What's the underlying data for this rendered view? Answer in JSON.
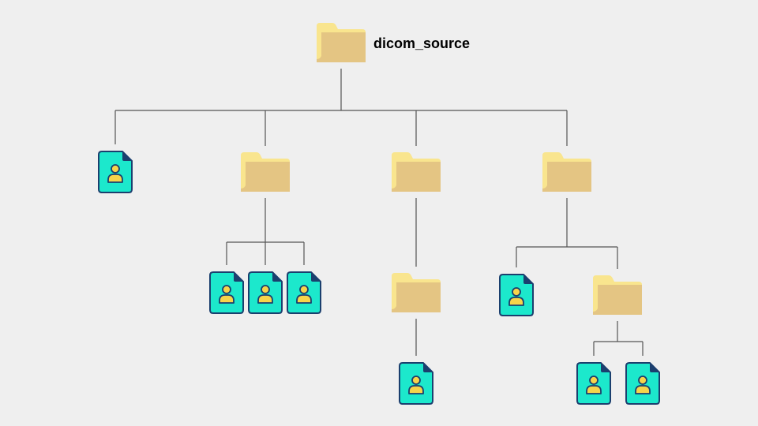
{
  "root": {
    "label": "dicom_source"
  },
  "colors": {
    "background": "#efefef",
    "folder_back": "#f9e58e",
    "folder_front": "#e4c583",
    "file_fill": "#1ce8cc",
    "file_stroke": "#1b3f6e",
    "person": "#f7d44a",
    "connector": "#555555"
  },
  "tree": {
    "type": "folder",
    "name": "root-folder-icon",
    "children": [
      {
        "type": "file",
        "name": "dicom-file-icon-1"
      },
      {
        "type": "folder",
        "name": "subfolder-a-icon",
        "children": [
          {
            "type": "file",
            "name": "dicom-file-icon-a1"
          },
          {
            "type": "file",
            "name": "dicom-file-icon-a2"
          },
          {
            "type": "file",
            "name": "dicom-file-icon-a3"
          }
        ]
      },
      {
        "type": "folder",
        "name": "subfolder-b-icon",
        "children": [
          {
            "type": "folder",
            "name": "subfolder-b1-icon",
            "children": [
              {
                "type": "file",
                "name": "dicom-file-icon-b1"
              }
            ]
          }
        ]
      },
      {
        "type": "folder",
        "name": "subfolder-c-icon",
        "children": [
          {
            "type": "file",
            "name": "dicom-file-icon-c1"
          },
          {
            "type": "folder",
            "name": "subfolder-c1-icon",
            "children": [
              {
                "type": "file",
                "name": "dicom-file-icon-c2"
              },
              {
                "type": "file",
                "name": "dicom-file-icon-c3"
              }
            ]
          }
        ]
      }
    ]
  }
}
